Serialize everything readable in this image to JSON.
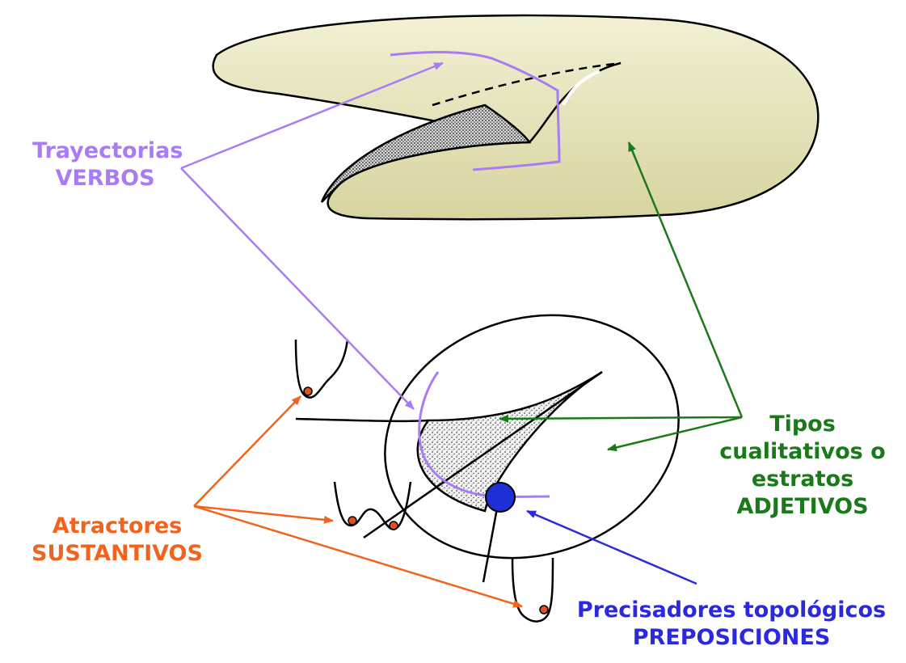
{
  "labels": {
    "trayectorias": {
      "line1": "Trayectorias",
      "line2": "VERBOS"
    },
    "tipos": {
      "line1": "Tipos",
      "line2": "cualitativos o",
      "line3": "estratos",
      "line4": "ADJETIVOS"
    },
    "atractores": {
      "line1": "Atractores",
      "line2": "SUSTANTIVOS"
    },
    "precisadores": {
      "line1": "Precisadores topológicos",
      "line2": "PREPOSICIONES"
    }
  },
  "colors": {
    "verbos": "#a97cf5",
    "adjetivos": "#1a7a1a",
    "sustantivos": "#f0641e",
    "preposiciones": "#2a2adc",
    "surface_fill": "#ecebc0",
    "dot_blue": "#1f2fd6",
    "dot_orange": "#e0501e"
  }
}
